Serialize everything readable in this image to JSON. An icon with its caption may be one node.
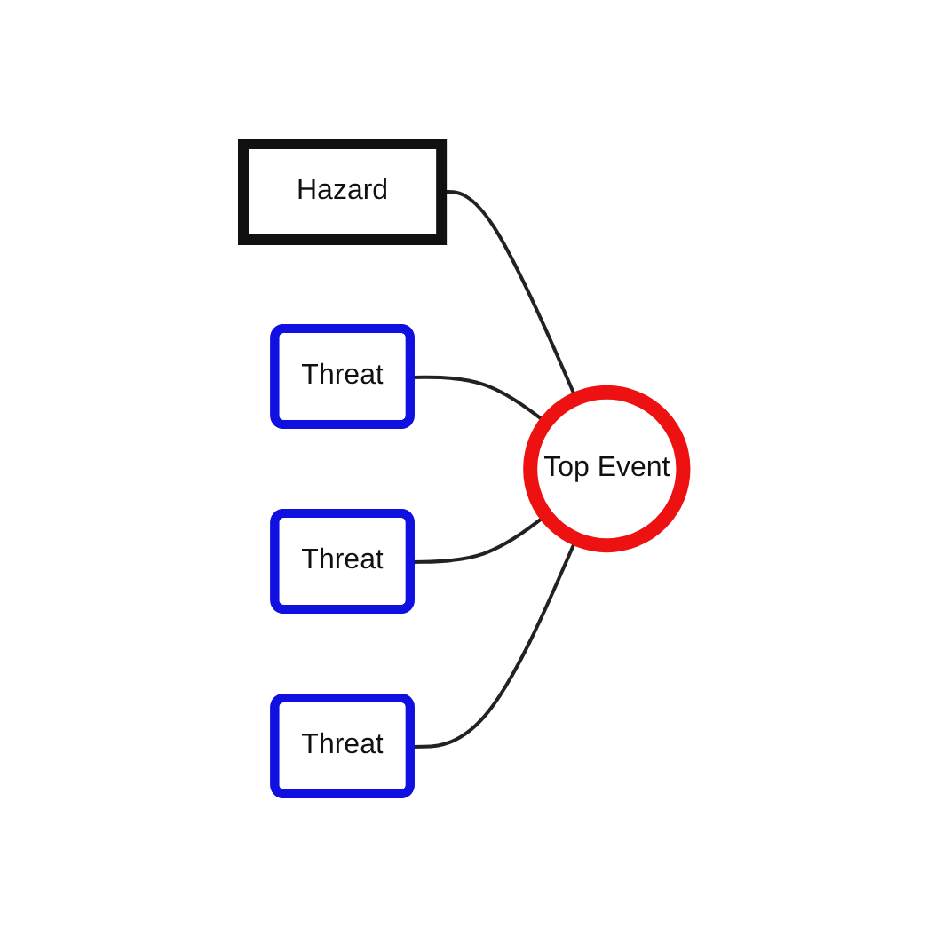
{
  "diagram": {
    "nodes": [
      {
        "text": [
          "Hazard"
        ]
      },
      {
        "text": [
          "Threat"
        ]
      },
      {
        "text": [
          "Threat"
        ]
      },
      {
        "text": [
          "Threat"
        ]
      },
      {
        "text": [
          "Top Event"
        ]
      }
    ],
    "edges": [
      {
        "from": 0,
        "to": 4,
        "arrow": "none"
      },
      {
        "from": 1,
        "to": 4,
        "arrow": "none"
      },
      {
        "from": 2,
        "to": 4,
        "arrow": "none"
      },
      {
        "from": 3,
        "to": 4,
        "arrow": "none"
      }
    ]
  }
}
